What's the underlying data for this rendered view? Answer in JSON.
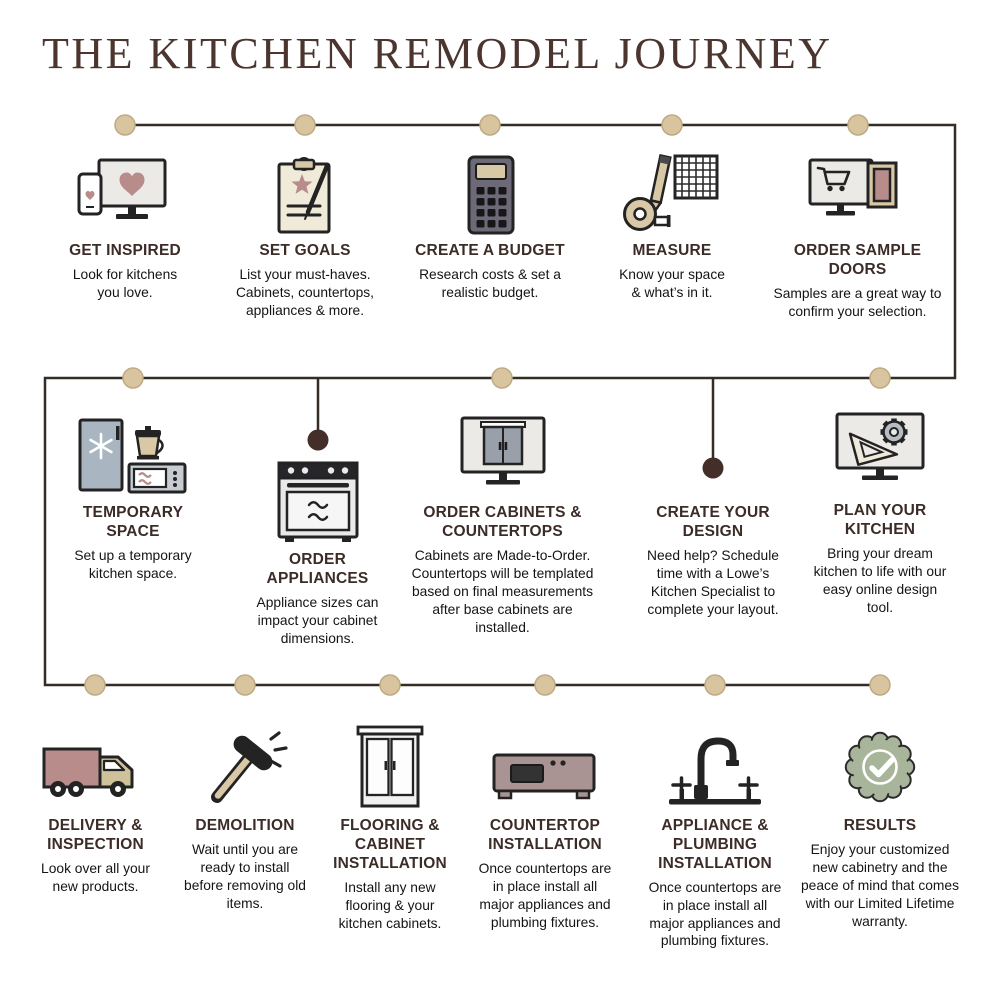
{
  "title": "THE KITCHEN REMODEL JOURNEY",
  "colors": {
    "background": "#ffffff",
    "title_text": "#4b352e",
    "step_title_text": "#3c2c28",
    "body_text": "#141414",
    "connector_line": "#332d26",
    "node_fill": "#d8c5a0",
    "node_dark_fill": "#442e2a",
    "icon_rose": "#b98c8c",
    "icon_beige": "#d9c8a5",
    "icon_gray_blue": "#a9b6c2",
    "icon_sage": "#a9b59a",
    "icon_dark": "#232323",
    "icon_light_gray": "#eceae6"
  },
  "rows": [
    {
      "steps": [
        {
          "title": "GET INSPIRED",
          "desc": "Look for kitchens you love.",
          "icon": "monitor-heart-icon"
        },
        {
          "title": "SET GOALS",
          "desc": "List your must-haves. Cabinets, countertops, appliances & more.",
          "icon": "clipboard-star-icon"
        },
        {
          "title": "CREATE A BUDGET",
          "desc": "Research costs & set a realistic budget.",
          "icon": "calculator-icon"
        },
        {
          "title": "MEASURE",
          "desc": "Know your space & what’s in it.",
          "icon": "measuring-tools-icon"
        },
        {
          "title": "ORDER SAMPLE DOORS",
          "desc": "Samples are a great way to confirm your selection.",
          "icon": "sample-door-cart-icon"
        }
      ]
    },
    {
      "steps": [
        {
          "title": "TEMPORARY SPACE",
          "desc": "Set up a temporary kitchen space.",
          "icon": "temporary-kitchen-icon"
        },
        {
          "title": "ORDER APPLIANCES",
          "desc": "Appliance sizes can impact your cabinet dimensions.",
          "icon": "range-oven-icon"
        },
        {
          "title": "ORDER CABINETS & COUNTERTOPS",
          "desc": "Cabinets are Made-to-Order. Countertops will be templated based on final measurements after base cabinets are installed.",
          "icon": "monitor-cabinet-icon"
        },
        {
          "title": "CREATE YOUR DESIGN",
          "desc": "Need help? Schedule time with a Lowe’s Kitchen Specialist to complete your layout.",
          "icon": "none"
        },
        {
          "title": "PLAN YOUR KITCHEN",
          "desc": "Bring your dream kitchen to life with our easy online design tool.",
          "icon": "design-triangle-gear-icon"
        }
      ]
    },
    {
      "steps": [
        {
          "title": "DELIVERY & INSPECTION",
          "desc": "Look over all your new products.",
          "icon": "delivery-truck-icon"
        },
        {
          "title": "DEMOLITION",
          "desc": "Wait until you are ready to install before removing old items.",
          "icon": "sledgehammer-icon"
        },
        {
          "title": "FLOORING & CABINET INSTALLATION",
          "desc": "Install any new flooring & your kitchen cabinets.",
          "icon": "cabinet-icon"
        },
        {
          "title": "COUNTERTOP INSTALLATION",
          "desc": "Once countertops are in place install all major appliances and plumbing fixtures.",
          "icon": "countertop-sink-icon"
        },
        {
          "title": "APPLIANCE & PLUMBING INSTALLATION",
          "desc": "Once countertops are in place install all major appliances and plumbing fixtures.",
          "icon": "faucet-icon"
        },
        {
          "title": "RESULTS",
          "desc": "Enjoy your customized new cabinetry and the peace of mind that comes with our Limited Lifetime warranty.",
          "icon": "warranty-badge-icon"
        }
      ]
    }
  ]
}
